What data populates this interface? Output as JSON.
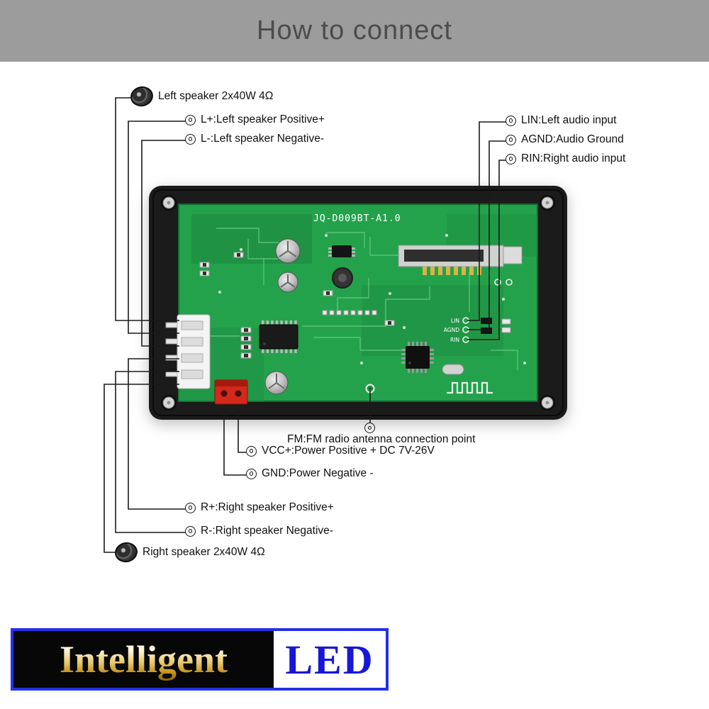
{
  "header": {
    "title": "How to connect"
  },
  "labels": {
    "left_speaker": "Left speaker 2x40W 4Ω",
    "l_plus": "L+:Left speaker Positive+",
    "l_minus": "L-:Left speaker Negative-",
    "lin": "LIN:Left audio input",
    "agnd": "AGND:Audio Ground",
    "rin": "RIN:Right audio input",
    "fm": "FM:FM radio antenna connection point",
    "vcc": "VCC+:Power Positive + DC 7V-26V",
    "gnd": "GND:Power Negative -",
    "r_plus": "R+:Right speaker Positive+",
    "r_minus": "R-:Right speaker Negative-",
    "right_speaker": "Right speaker 2x40W 4Ω"
  },
  "board": {
    "silkscreen_title": "JQ-D009BT-A1.0",
    "pad_lin": "LIN",
    "pad_agnd": "AGND",
    "pad_rin": "RIN"
  },
  "logo": {
    "brand": "Intelligent",
    "suffix": "LED"
  },
  "colors": {
    "header_bg": "#9c9c9c",
    "pcb_green": "#23a24b",
    "logo_border_blue": "#2431e9",
    "logo_led_blue": "#1717d9"
  }
}
